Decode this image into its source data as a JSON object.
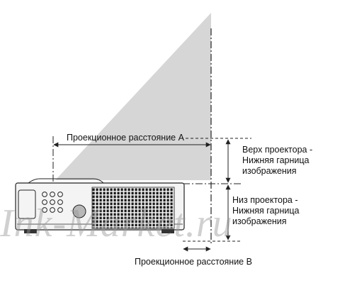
{
  "labels": {
    "distance_a": "Проекционное расстояние А",
    "distance_b": "Проекционное расстояние В",
    "top_note": [
      "Верх проектора -",
      "Нижняя гарница",
      "изображения"
    ],
    "bottom_note": [
      "Низ проектора -",
      "Нижняя гарница",
      "изображения"
    ]
  },
  "watermark": "Ink-Market.ru",
  "colors": {
    "beam": "#d6d6d6",
    "line": "#222222",
    "projector_body": "#f4f4f4",
    "vent": "#1a1a1a"
  }
}
